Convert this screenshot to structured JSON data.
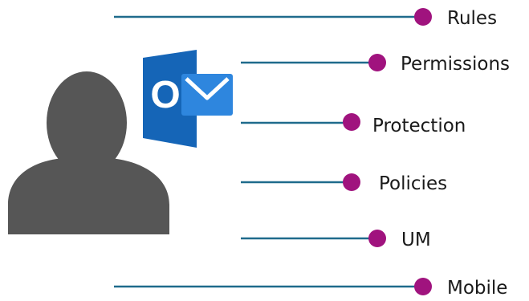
{
  "colors": {
    "line": "#1F6B8C",
    "dot": "#A0137E",
    "person": "#565656",
    "outlook_dark": "#0A4B8F",
    "outlook_mid": "#1565B7",
    "outlook_light": "#2E86DE"
  },
  "icons": {
    "person": "user-silhouette-icon",
    "mail_app": "outlook-icon"
  },
  "callouts": [
    {
      "label": "Rules"
    },
    {
      "label": "Permissions"
    },
    {
      "label": "Protection"
    },
    {
      "label": "Policies"
    },
    {
      "label": "UM"
    },
    {
      "label": "Mobile"
    }
  ],
  "outlook_letter": "O"
}
